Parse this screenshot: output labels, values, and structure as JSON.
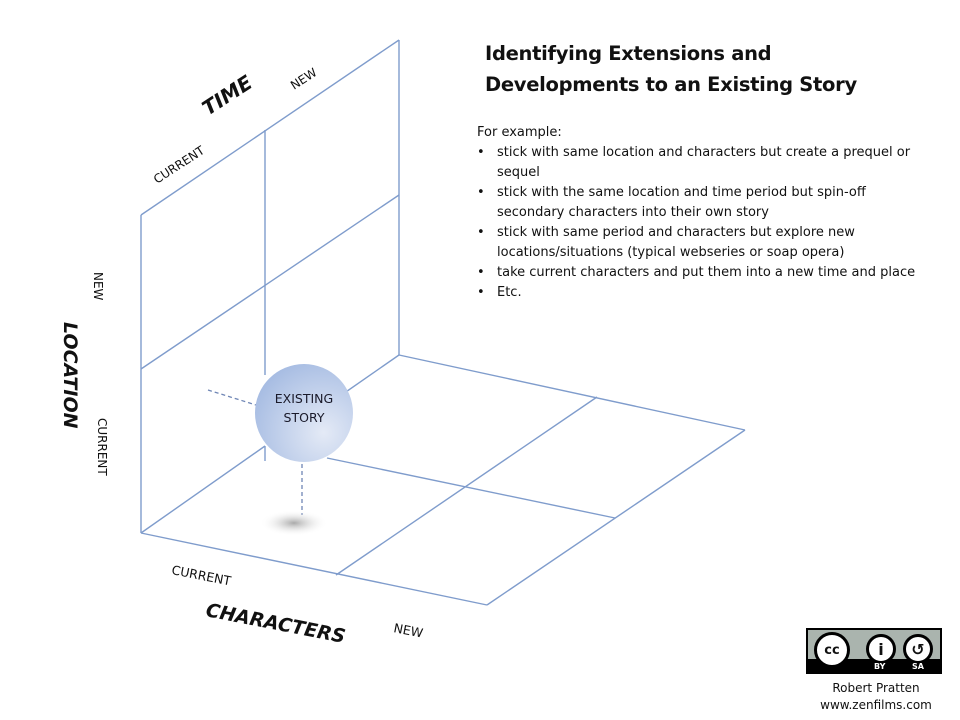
{
  "title": {
    "line1": "Identifying Extensions and",
    "line2": "Developments to an Existing Story"
  },
  "examples": {
    "intro": "For example:",
    "bullet_glyph": "•",
    "items": [
      "stick with same location and characters but create a prequel or sequel",
      "stick with the same location and time period but spin-off secondary characters into their own story",
      "stick with same period and characters but explore new locations/situations (typical webseries or soap opera)",
      "take current characters and put them into a new time and place",
      "Etc."
    ]
  },
  "axes": {
    "time": {
      "label": "TIME",
      "current": "CURRENT",
      "new": "NEW"
    },
    "location": {
      "label": "LOCATION",
      "current": "CURRENT",
      "new": "NEW"
    },
    "characters": {
      "label": "CHARACTERS",
      "current": "CURRENT",
      "new": "NEW"
    }
  },
  "sphere": {
    "line1": "EXISTING",
    "line2": "STORY"
  },
  "colors": {
    "grid_line": "#7f9ccc",
    "sphere_light": "#dfe6f4",
    "sphere_dark": "#a9bde3",
    "text": "#111111"
  },
  "license": {
    "cc": "cc",
    "by_glyph": "i",
    "sa_glyph": "↺",
    "by": "BY",
    "sa": "SA"
  },
  "credit": {
    "author": "Robert Pratten",
    "website": "www.zenfilms.com"
  }
}
